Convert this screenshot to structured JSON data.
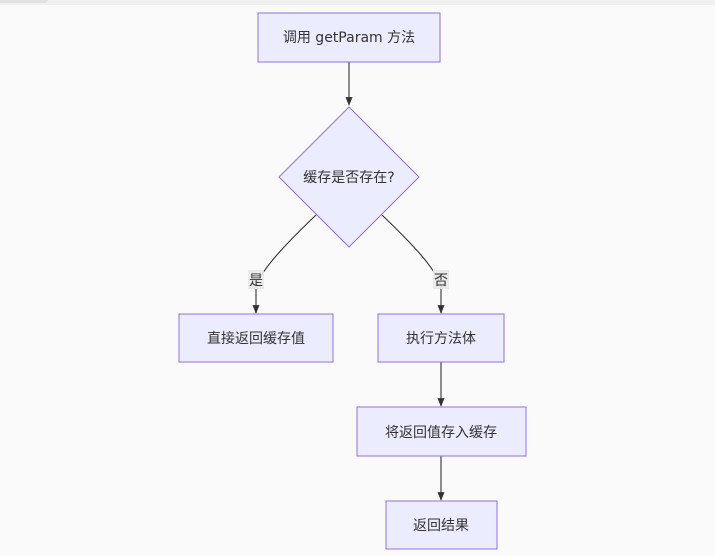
{
  "diagram": {
    "nodes": {
      "start": "调用 getParam 方法",
      "decision": "缓存是否存在?",
      "return_cached": "直接返回缓存值",
      "execute": "执行方法体",
      "store": "将返回值存入缓存",
      "result": "返回结果"
    },
    "edge_labels": {
      "yes": "是",
      "no": "否"
    },
    "colors": {
      "node_fill": "#ececff",
      "node_stroke": "#9370db",
      "edge": "#333333",
      "label_bg": "#e8e8e8",
      "background": "#fafafa"
    }
  }
}
